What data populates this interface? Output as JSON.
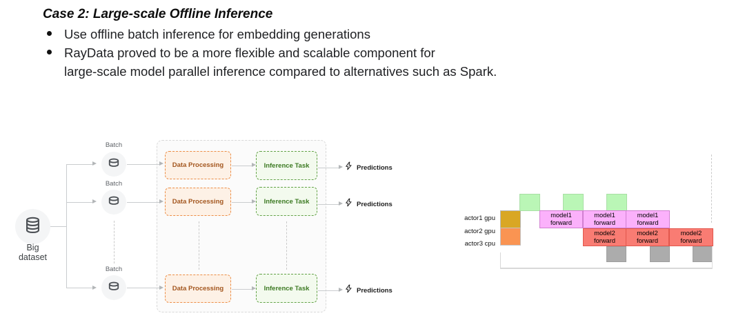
{
  "slide": {
    "title": "Case 2: Large-scale Offline Inference",
    "bullets": [
      {
        "lines": [
          "Use offline batch inference for embedding generations"
        ]
      },
      {
        "lines": [
          "RayData proved to be a more flexible and scalable component for",
          "large-scale model parallel inference compared to alternatives such as Spark."
        ]
      }
    ]
  },
  "pipeline": {
    "source_label": "Big dataset",
    "batch_label": "Batch",
    "processing_label": "Data Processing",
    "inference_label": "Inference Task",
    "predictions_label": "Predictions",
    "icons": [
      "database-icon",
      "database-icon-small",
      "bolt-icon"
    ],
    "colors": {
      "processing_border": "#ec8c44",
      "processing_fill": "#fdf1e6",
      "processing_text": "#a3561e",
      "inference_border": "#61a145",
      "inference_fill": "#f3faee",
      "inference_text": "#3c7a22",
      "container_border": "#d8d8d8",
      "node_circle": "#f4f5f6",
      "connector": "#c9ccce"
    }
  },
  "timeline": {
    "row_labels": [
      "actor1 gpu",
      "actor2 gpu",
      "actor3 cpu"
    ],
    "model1_label": {
      "l1": "model1",
      "l2": "forward"
    },
    "model2_label": {
      "l1": "model2",
      "l2": "forward"
    },
    "block_sequence": {
      "init_blocks": [
        "gold",
        "orange"
      ],
      "green_load_blocks": 3,
      "model1_forward_blocks": 3,
      "model2_forward_blocks": 3,
      "gray_output_blocks": 3
    },
    "colors": {
      "gold": "#d9a724",
      "orange": "#fa9452",
      "green": "#baf6b6",
      "pink": "#fbb1fb",
      "pink_border": "#d07fd0",
      "red": "#f97c73",
      "red_border": "#e2574d",
      "gray": "#acacac",
      "axis": "#d8d8d8"
    }
  }
}
